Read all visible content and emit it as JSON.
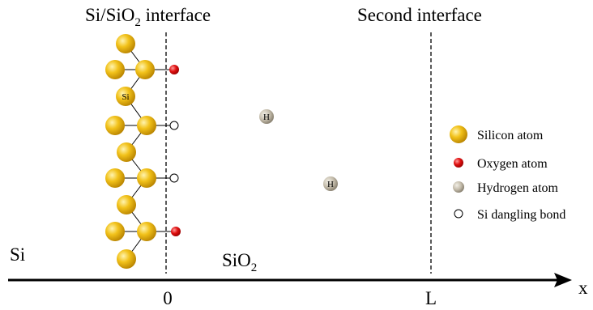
{
  "titles": {
    "interface_1_prefix": "Si/SiO",
    "interface_1_sub": "2",
    "interface_1_suffix": " interface",
    "interface_2": "Second interface"
  },
  "regions": {
    "left": "Si",
    "right_prefix": "SiO",
    "right_sub": "2"
  },
  "axis": {
    "label": "x",
    "ticks": [
      "0",
      "L"
    ]
  },
  "atom_labels": {
    "silicon": "Si",
    "hydrogen": "H"
  },
  "legend": [
    {
      "label": "Silicon atom",
      "icon": "silicon-atom-icon"
    },
    {
      "label": "Oxygen atom",
      "icon": "oxygen-atom-icon"
    },
    {
      "label": "Hydrogen atom",
      "icon": "hydrogen-atom-icon"
    },
    {
      "label": "Si dangling bond",
      "icon": "dangling-bond-icon"
    }
  ],
  "colors": {
    "silicon": "#e8b800",
    "oxygen": "#e01010",
    "hydrogen": "#b8b0a0",
    "dangling_bond": "#ffffff"
  }
}
